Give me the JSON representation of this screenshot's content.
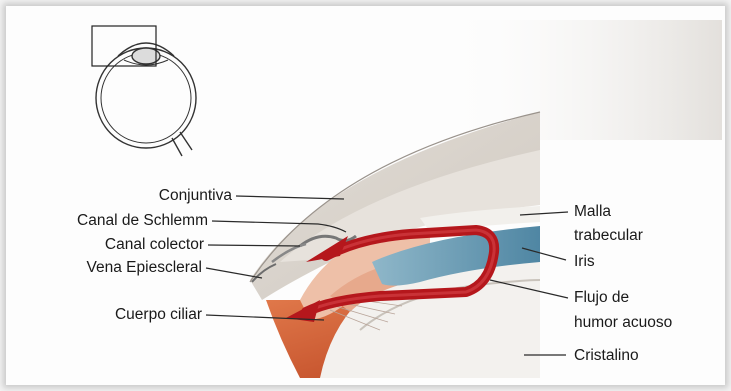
{
  "labels": {
    "conjuntiva": "Conjuntiva",
    "canal_schlemm": "Canal de Schlemm",
    "canal_colector": "Canal colector",
    "vena_epiescleral": "Vena Epiescleral",
    "cuerpo_ciliar": "Cuerpo ciliar",
    "malla_line1": "Malla",
    "malla_line2": "trabecular",
    "iris": "Iris",
    "flujo_line1": "Flujo de",
    "flujo_line2": "humor acuoso",
    "cristalino": "Cristalino"
  },
  "colors": {
    "sclera": "#d9d3cc",
    "cornea": "#e9e6e0",
    "iris": "#6f9fb6",
    "ciliary": "#e8b8a0",
    "muscle": "#c9532a",
    "flow_arrow": "#b5171c",
    "leader": "#2a2a2a"
  }
}
